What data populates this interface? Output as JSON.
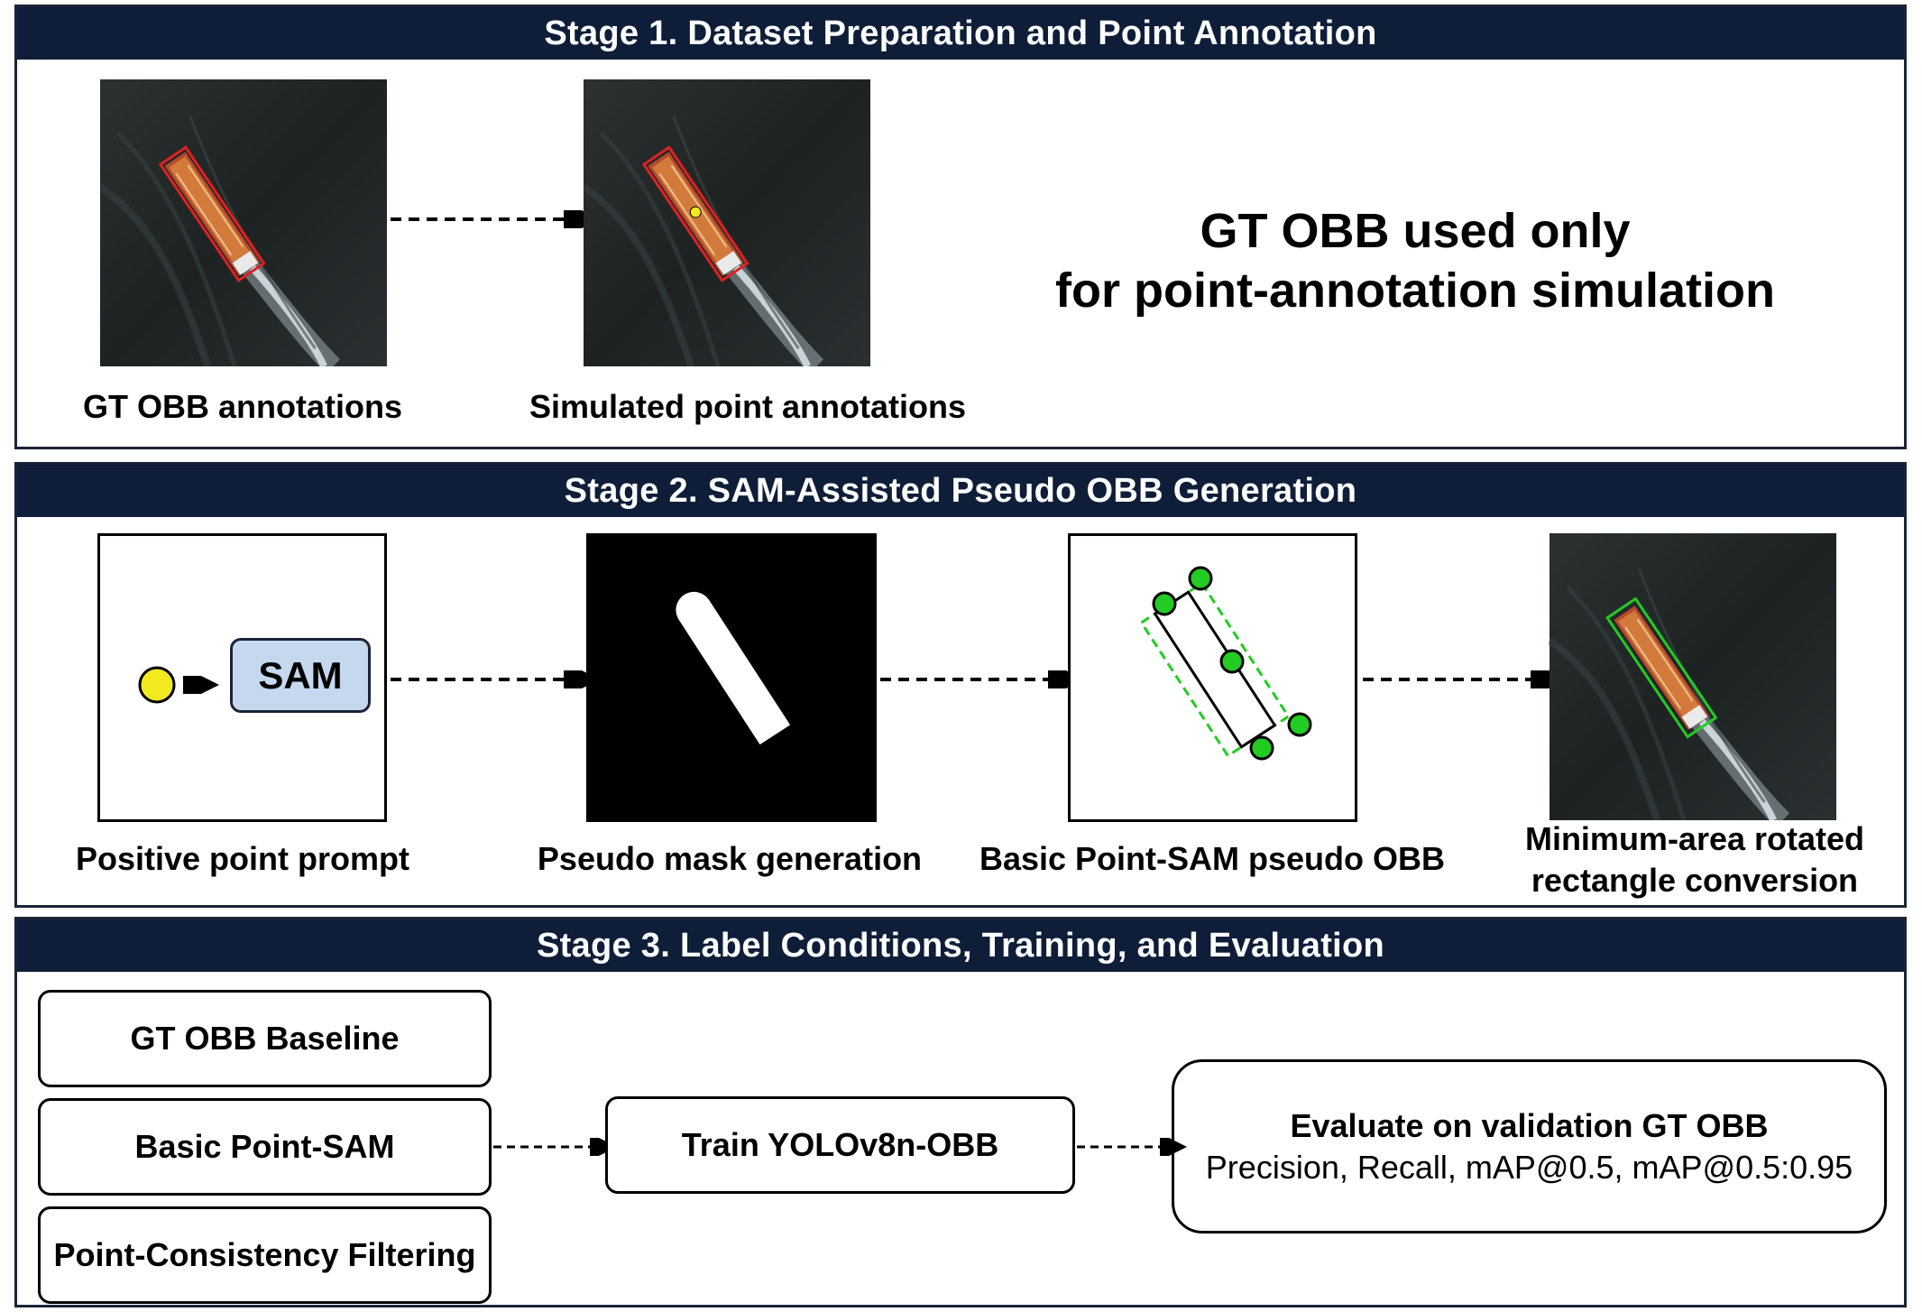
{
  "stage1": {
    "title": "Stage 1. Dataset Preparation and Point Annotation",
    "caption_gt": "GT OBB annotations",
    "caption_sim": "Simulated point annotations",
    "note_line1": "GT OBB used only",
    "note_line2": "for point-annotation simulation"
  },
  "stage2": {
    "title": "Stage 2. SAM-Assisted Pseudo OBB Generation",
    "sam_label": "SAM",
    "caption_prompt": "Positive point prompt",
    "caption_mask": "Pseudo mask generation",
    "caption_basic": "Basic Point-SAM pseudo OBB",
    "caption_minarea_line1": "Minimum-area rotated",
    "caption_minarea_line2": "rectangle conversion"
  },
  "stage3": {
    "title": "Stage 3. Label Conditions, Training, and Evaluation",
    "condition_gt": "GT OBB Baseline",
    "condition_basic": "Basic Point-SAM",
    "condition_pcf": "Point-Consistency Filtering",
    "train_label": "Train YOLOv8n-OBB",
    "eval_title": "Evaluate on validation GT OBB",
    "eval_metrics": "Precision, Recall, mAP@0.5, mAP@0.5:0.95"
  },
  "colors": {
    "header_bg": "#0f1e38",
    "gt_box": "#e02020",
    "point": "#f2ea1e",
    "pseudo_box": "#22cc22",
    "sam_fill": "#c5d8ee"
  }
}
